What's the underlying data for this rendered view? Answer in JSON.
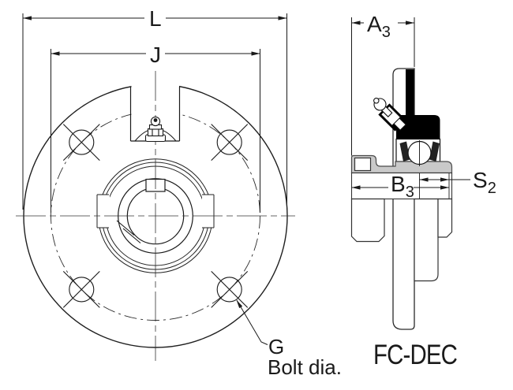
{
  "drawing": {
    "title": "FC-DEC",
    "front_view": {
      "dim_flange_width": "L",
      "dim_bolt_circle": "J",
      "bolt_label": "G",
      "bolt_caption": "Bolt dia."
    },
    "side_view": {
      "dim_a": {
        "main": "A",
        "sub": "3"
      },
      "dim_b": {
        "main": "B",
        "sub": "3"
      },
      "dim_s": {
        "main": "S",
        "sub": "2"
      }
    },
    "colors": {
      "line": "#1a1a1a",
      "section_fill": "#000000",
      "steel_fill": "#c9c9c9",
      "background": "#ffffff"
    }
  }
}
